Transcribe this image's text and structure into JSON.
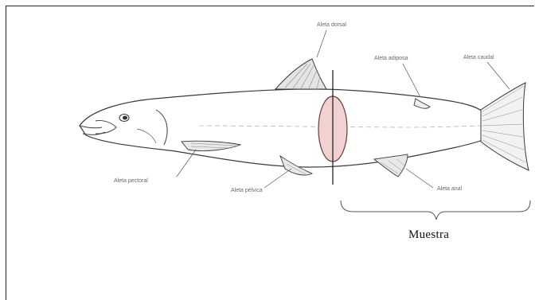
{
  "labels": {
    "dorsal_fin": "Aleta dorsal",
    "adipose_fin": "Aleta adiposa",
    "caudal_fin": "Aleta caudal",
    "pectoral_fin": "Aleta pectoral",
    "pelvic_fin": "Aleta pélvica",
    "anal_fin": "Aleta anal"
  },
  "sample_label": "Muestra",
  "colors": {
    "outline": "#3a3a3a",
    "fin_hatch": "#8a8a8a",
    "sample_fill": "#f2d2d0",
    "sample_stroke": "#6a3a3a",
    "bracket": "#555555"
  }
}
